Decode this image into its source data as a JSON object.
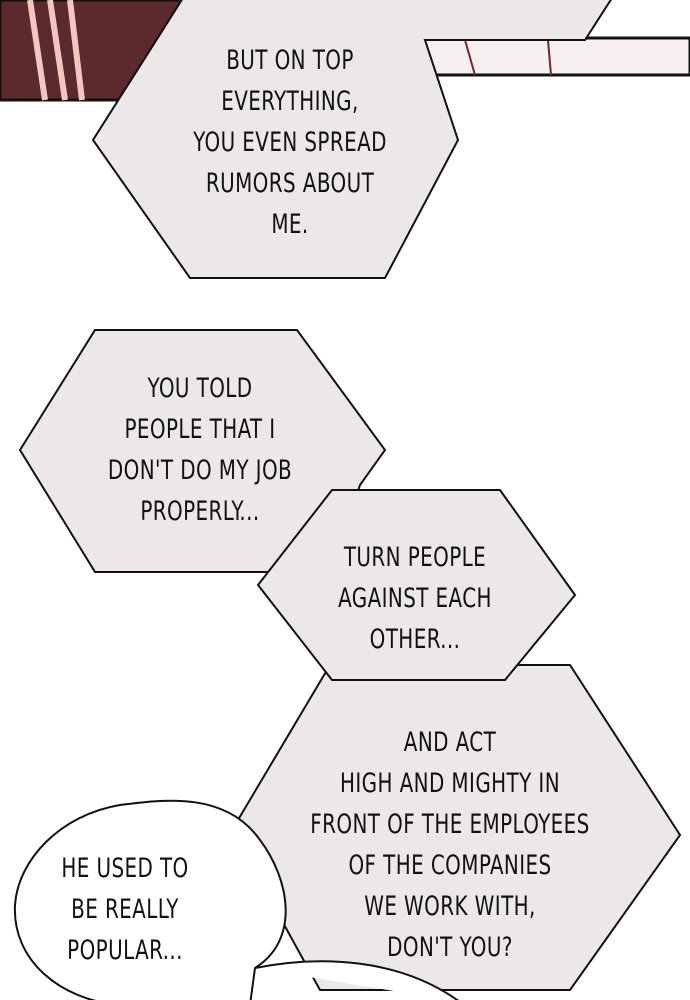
{
  "colors": {
    "bubble_fill": "#ece8e8",
    "outline": "#111111",
    "panel_dark": "#5a2a2c",
    "panel_light": "#f5eeee"
  },
  "bubbles": [
    {
      "text": "BUT ON TOP\nEVERYTHING,\nYOU EVEN SPREAD\nRUMORS ABOUT\nME."
    },
    {
      "text": "YOU TOLD\nPEOPLE THAT I\nDON'T DO MY JOB\nPROPERLY..."
    },
    {
      "text": "TURN PEOPLE\nAGAINST EACH\nOTHER..."
    },
    {
      "text": "AND ACT\nHIGH AND MIGHTY IN\nFRONT OF THE EMPLOYEES\nOF THE COMPANIES\nWE WORK WITH,\nDON'T YOU?"
    },
    {
      "text": "HE USED TO\nBE REALLY\nPOPULAR..."
    }
  ]
}
